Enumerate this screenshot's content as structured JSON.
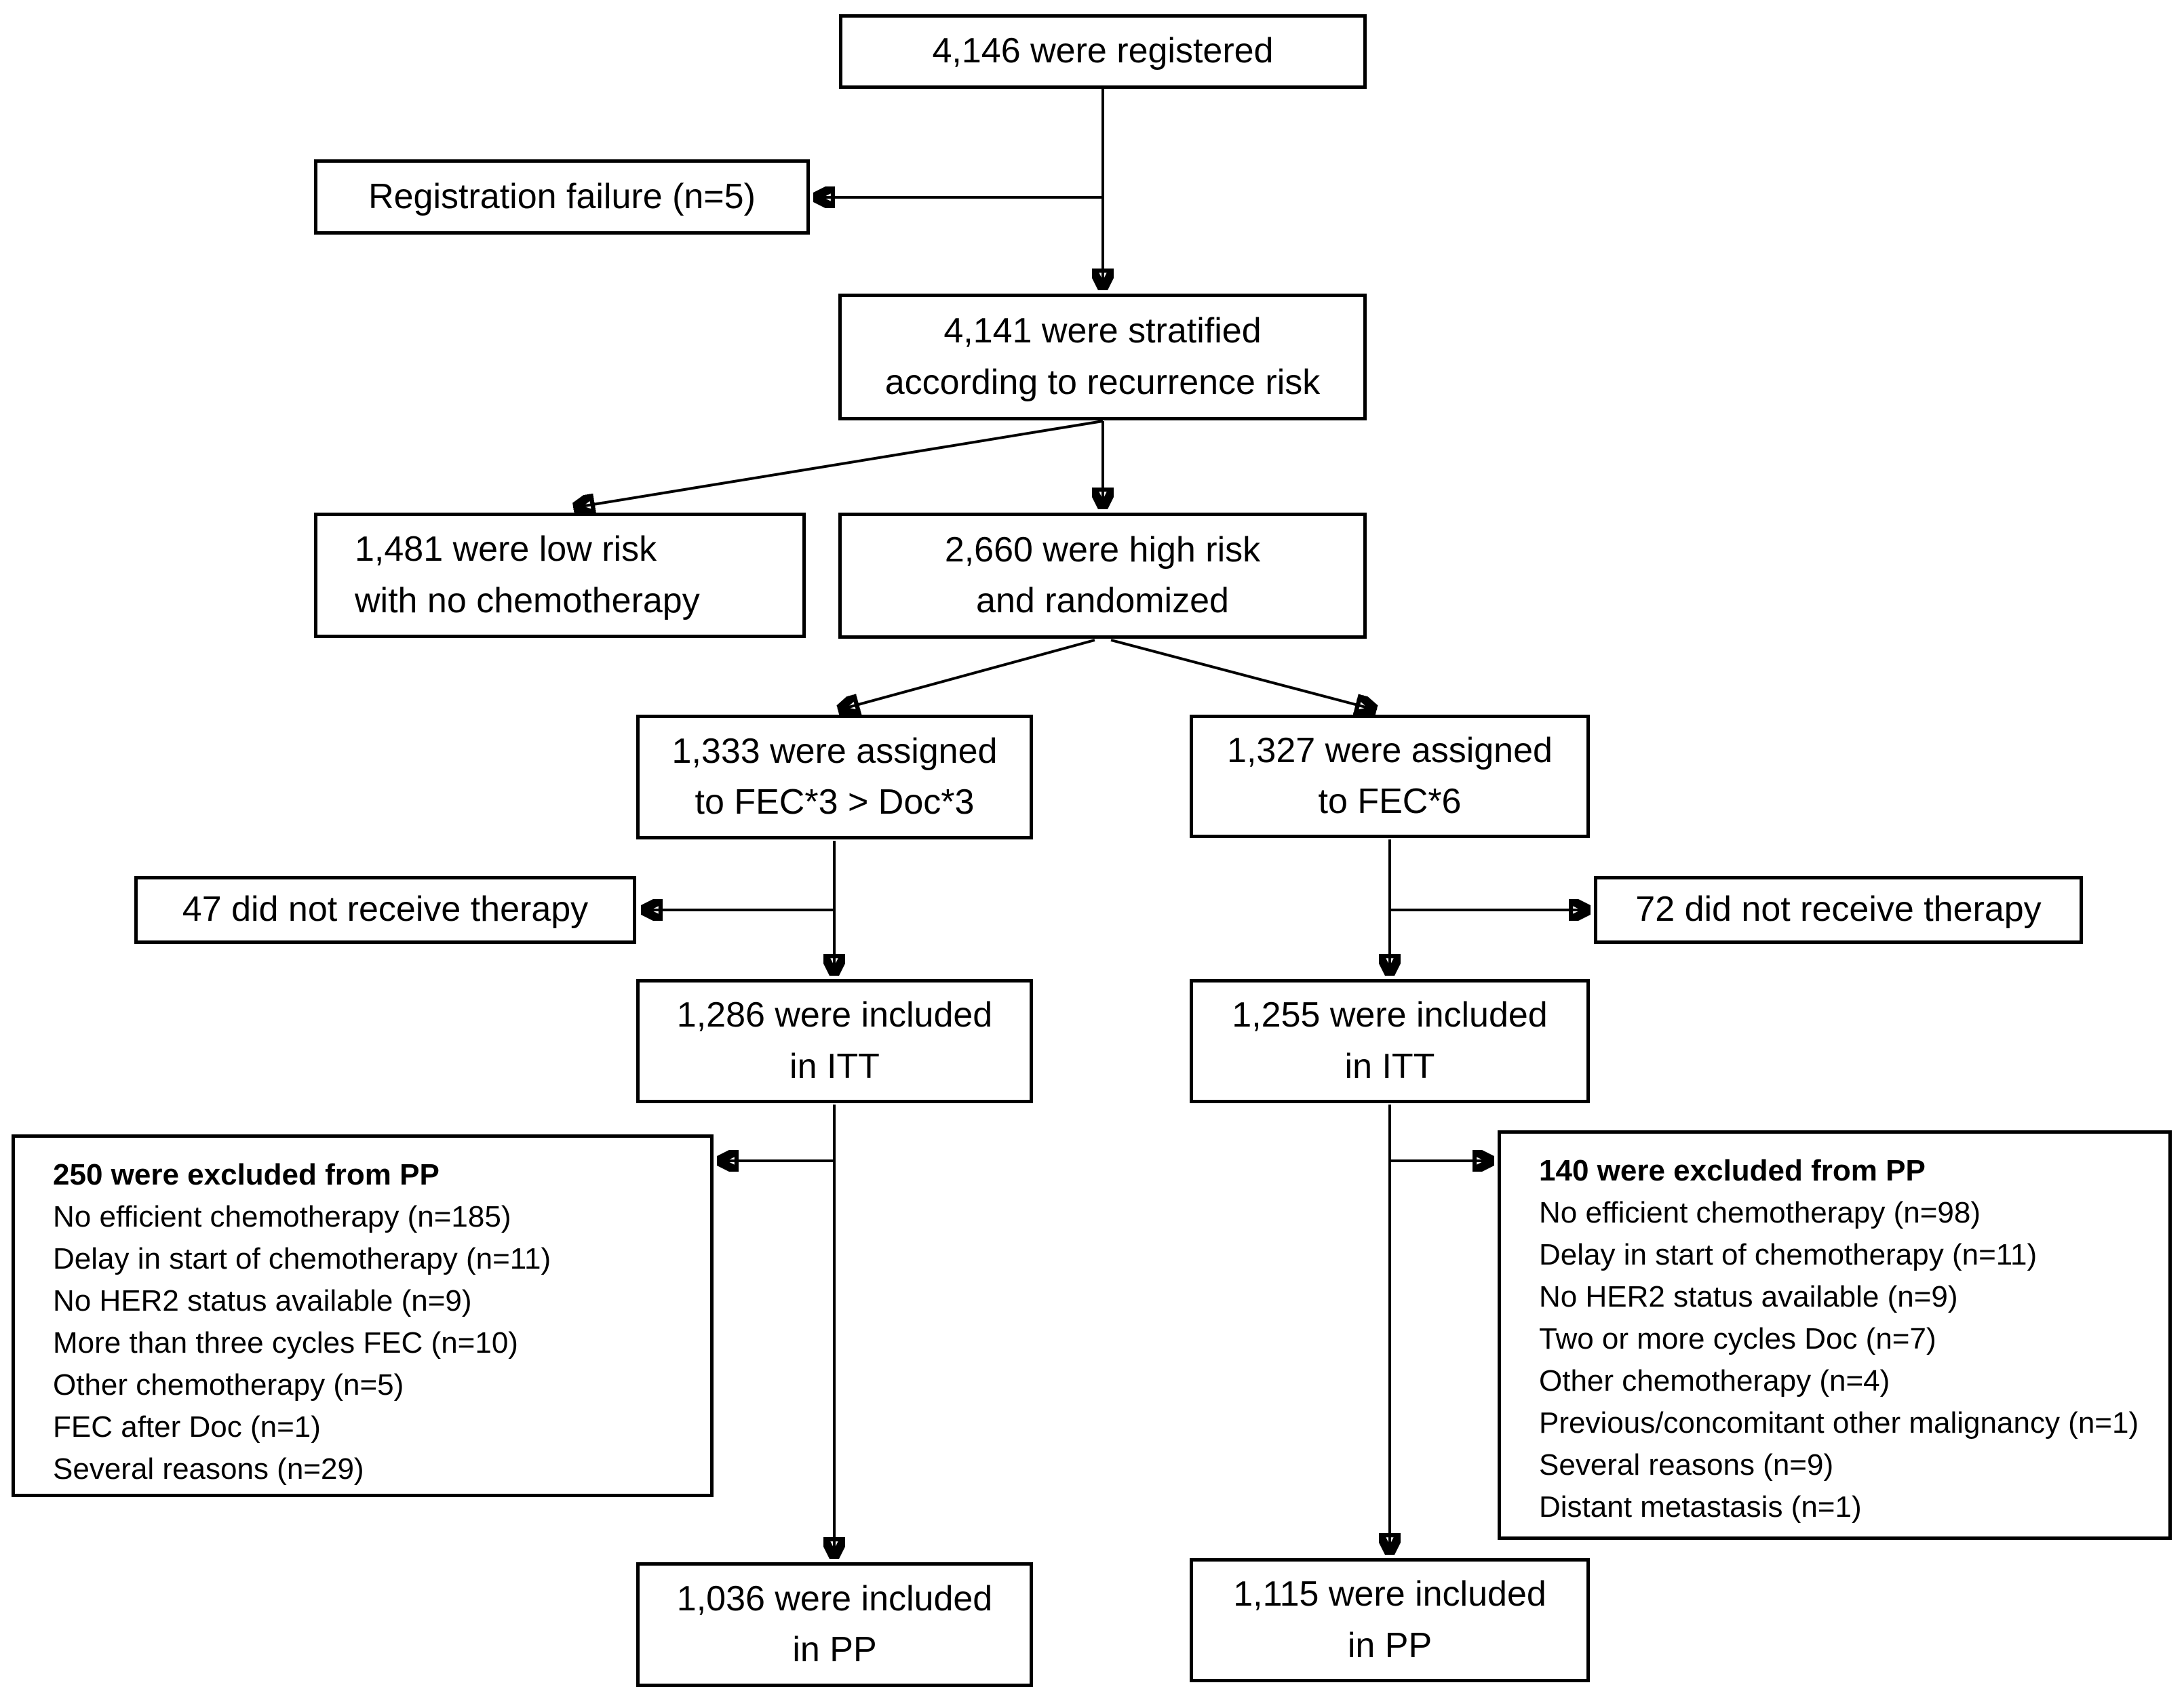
{
  "diagram": {
    "title_semantic": "CONSORT-style patient flow diagram",
    "colors": {
      "box_border": "#000000",
      "box_fill": "#ffffff",
      "text": "#000000",
      "connector": "#000000"
    },
    "boxes": {
      "registered": "4,146 were registered",
      "registration_failure": "Registration failure (n=5)",
      "stratified": "4,141 were stratified\naccording to recurrence risk",
      "low_risk": "1,481 were low risk\nwith no chemotherapy",
      "high_risk": "2,660 were high risk\nand randomized",
      "assigned_fec3_doc3": "1,333 were assigned\nto FEC*3 > Doc*3",
      "assigned_fec6": "1,327 were assigned\nto FEC*6",
      "not_treated_left": "47 did not receive therapy",
      "not_treated_right": "72 did not receive therapy",
      "itt_left": "1,286 were included\nin ITT",
      "itt_right": "1,255 were included\nin ITT",
      "pp_left": "1,036 were included\nin PP",
      "pp_right": "1,115 were included\nin PP",
      "excluded_left": {
        "title": "250 were excluded from PP",
        "items": [
          "No efficient chemotherapy (n=185)",
          "Delay in start of chemotherapy (n=11)",
          "No HER2 status available (n=9)",
          "More than three cycles FEC (n=10)",
          "Other chemotherapy (n=5)",
          "FEC after Doc (n=1)",
          "Several reasons (n=29)"
        ]
      },
      "excluded_right": {
        "title": "140 were excluded from PP",
        "items": [
          "No efficient chemotherapy (n=98)",
          "Delay in start of chemotherapy (n=11)",
          "No HER2 status available (n=9)",
          "Two or more cycles Doc (n=7)",
          "Other chemotherapy (n=4)",
          "Previous/concomitant other malignancy (n=1)",
          "Several reasons (n=9)",
          "Distant metastasis (n=1)"
        ]
      }
    }
  }
}
